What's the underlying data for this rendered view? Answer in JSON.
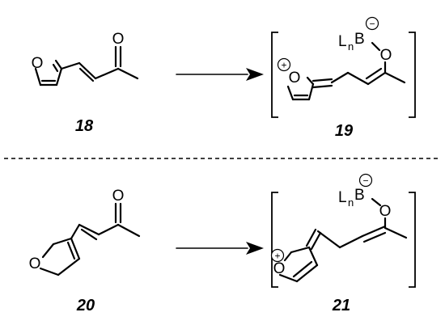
{
  "diagram": {
    "atom_oxygen": "O",
    "atom_boron": "B",
    "ligand_L": "L",
    "ligand_n": "n",
    "positive_sign": "+",
    "negative_sign": "−",
    "compounds": [
      {
        "label": "18"
      },
      {
        "label": "19"
      },
      {
        "label": "20"
      },
      {
        "label": "21"
      }
    ]
  }
}
